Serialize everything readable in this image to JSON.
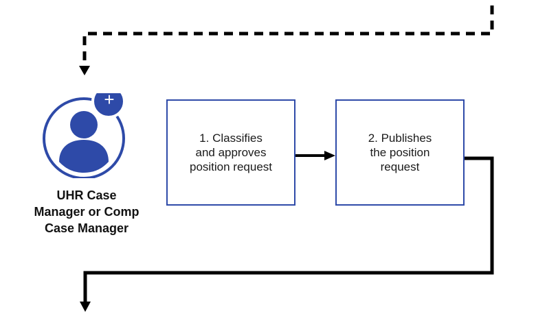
{
  "actor": {
    "name": "UHR Case\nManager or Comp\nCase Manager",
    "icon": "user-add-icon",
    "badge_symbol": "+"
  },
  "steps": [
    {
      "label": "1. Classifies\nand approves\nposition request"
    },
    {
      "label": "2. Publishes\nthe position\nrequest"
    }
  ],
  "colors": {
    "accent": "#2e4aa8",
    "connector": "#000000"
  }
}
